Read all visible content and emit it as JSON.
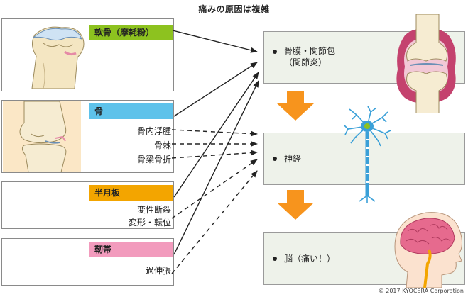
{
  "title": "痛みの原因は複雑",
  "left_groups": [
    {
      "tag": "軟骨（摩耗粉）",
      "items": []
    },
    {
      "tag": "骨",
      "items": [
        "骨内浮腫",
        "骨棘",
        "骨梁骨折"
      ]
    },
    {
      "tag": "半月板",
      "items": [
        "変性断裂",
        "変形・転位"
      ]
    },
    {
      "tag": "靭帯",
      "items": [
        "過伸張"
      ]
    }
  ],
  "right_nodes": [
    {
      "line1": "骨膜・関節包",
      "line2": "（関節炎）"
    },
    {
      "line1": "神経"
    },
    {
      "line1": "脳（痛い！）"
    }
  ],
  "copyright": "© 2017 KYOCERA Corporation",
  "colors": {
    "cartilage_tag": "#8dc21f",
    "bone_tag": "#5ec2ea",
    "meniscus_tag": "#f3a500",
    "ligament_tag": "#f29bbd",
    "flow_arrow": "#f7941d",
    "right_box_bg": "#eef2ea"
  }
}
